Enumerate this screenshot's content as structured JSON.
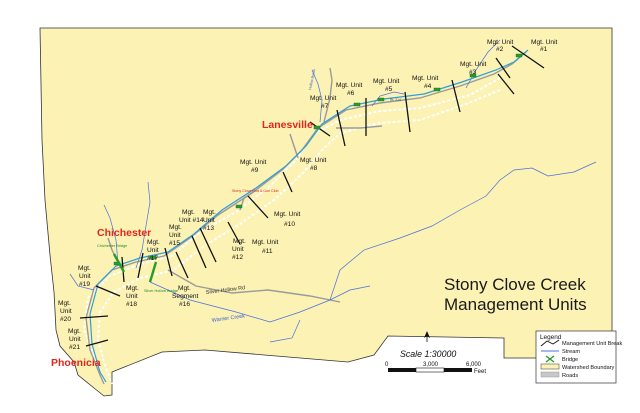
{
  "title": {
    "line1": "Stony Clove Creek",
    "line2": "Management Units"
  },
  "towns": {
    "lanesville": "Lanesville",
    "chichester": "Chichester",
    "phoenicia": "Phoenicia"
  },
  "management_units": [
    {
      "line1": "Mgt. Unit",
      "line2": "#1"
    },
    {
      "line1": "Mgt. Unit",
      "line2": "#2"
    },
    {
      "line1": "Mgt. Unit",
      "line2": "#3"
    },
    {
      "line1": "Mgt. Unit",
      "line2": "#4"
    },
    {
      "line1": "Mgt. Unit",
      "line2": "#5"
    },
    {
      "line1": "Mgt. Unit",
      "line2": "#6"
    },
    {
      "line1": "Mgt. Unit",
      "line2": "#7"
    },
    {
      "line1": "Mgt. Unit",
      "line2": "#8"
    },
    {
      "line1": "Mgt. Unit",
      "line2": "#9"
    },
    {
      "line1": "Mgt. Unit",
      "line2": "#10"
    },
    {
      "line1": "Mgt. Unit",
      "line2": "#11"
    },
    {
      "line1": "Mgt.",
      "line2": "Unit",
      "line3": "#12"
    },
    {
      "line1": "Mgt.",
      "line2": "Unit",
      "line3": "#13"
    },
    {
      "line1": "Mgt.",
      "line2": "Unit #14"
    },
    {
      "line1": "Mgt.",
      "line2": "Unit",
      "line3": "#15"
    },
    {
      "line1": "Mgt.",
      "line2": "Segment",
      "line3": "#16"
    },
    {
      "line1": "Mgt.",
      "line2": "Unit",
      "line3": "#17"
    },
    {
      "line1": "Mgt.",
      "line2": "Unit",
      "line3": "#18"
    },
    {
      "line1": "Mgt.",
      "line2": "Unit",
      "line3": "#19"
    },
    {
      "line1": "Mgt.",
      "line2": "Unit",
      "line3": "#20"
    },
    {
      "line1": "Mgt.",
      "line2": "Unit",
      "line3": "#21"
    }
  ],
  "roads": {
    "silver_hollow": "Silver Hollow Rd",
    "tiny1": "Rt. 214"
  },
  "streams": {
    "warner_creek": "Warner Creek",
    "hollow_brook": "Hollow Brook"
  },
  "bridges": {
    "chichester_bridge": "Chichester Bridge",
    "silver_hollow_bridge": "Silver Hollow Bridge"
  },
  "annotation": {
    "red_note": "Stony Clove Rod & Gun Club"
  },
  "scale": {
    "label": "Scale 1:30000",
    "ticks": [
      "0",
      "3,000",
      "6,000"
    ],
    "unit": "Feet"
  },
  "legend": {
    "title": "Legend",
    "items": [
      {
        "label": "Management Unit Break"
      },
      {
        "label": "Stream"
      },
      {
        "label": "Bridge"
      },
      {
        "label": "Watershed Boundary"
      },
      {
        "label": "Roads"
      }
    ]
  },
  "colors": {
    "watershed_fill": "#fbf2b4",
    "stream": "#4a6fe0",
    "creek": "#2f9fd8",
    "road": "#9a9a9a",
    "town_label": "#e0261d",
    "bridge": "#2a9a2a",
    "roads_legend": "#c8c8c8"
  }
}
